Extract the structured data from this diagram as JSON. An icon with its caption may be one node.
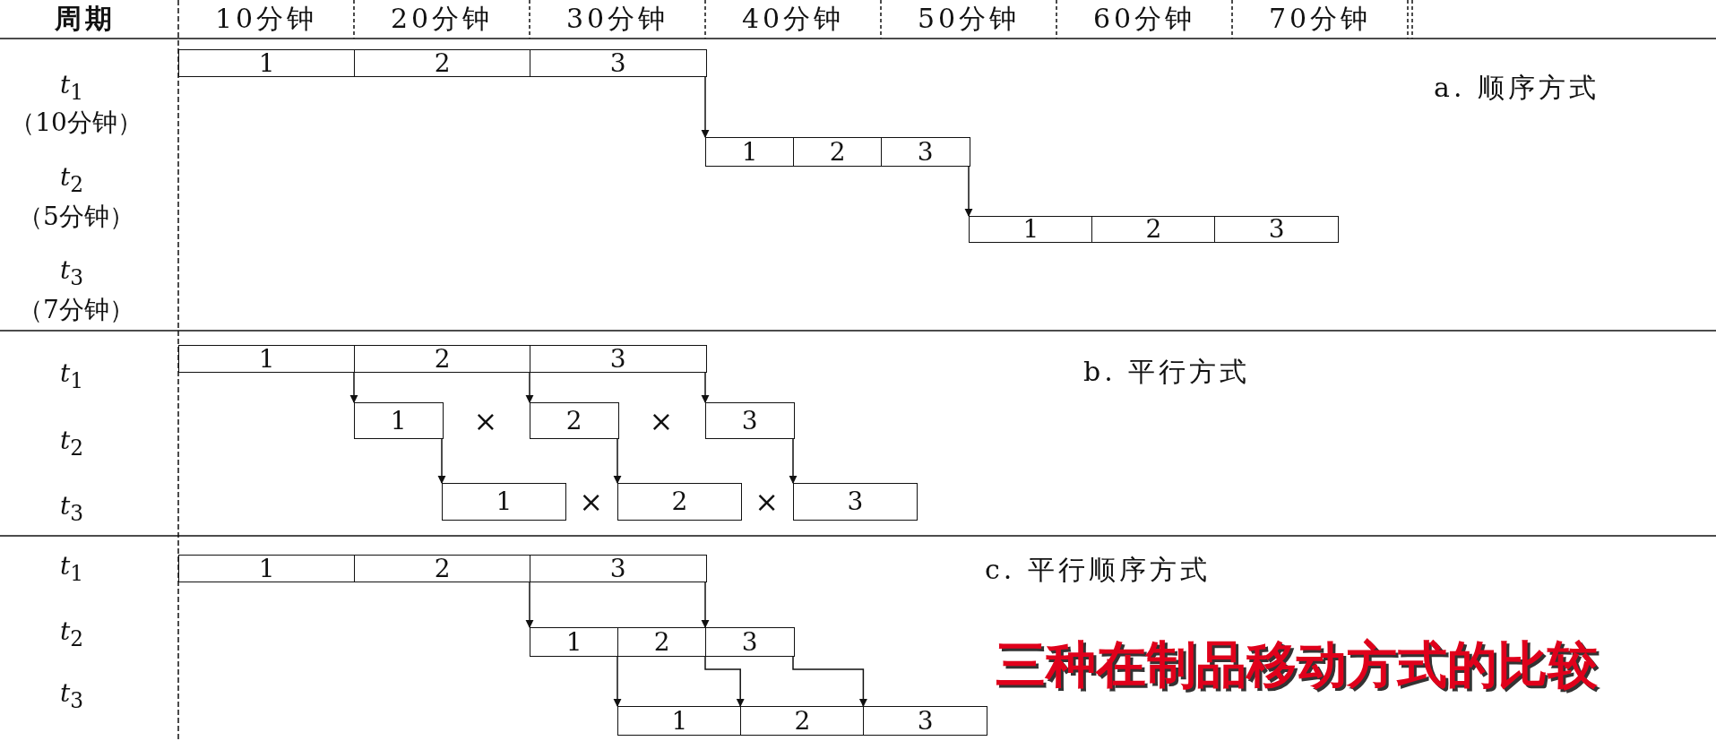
{
  "diagram": {
    "title": "三种在制品移动方式的比较",
    "nodes": [
      {
        "text": [
          "1"
        ]
      },
      {
        "text": [
          "2"
        ]
      },
      {
        "text": [
          "3"
        ]
      },
      {
        "text": [
          "1"
        ]
      },
      {
        "text": [
          "2"
        ]
      },
      {
        "text": [
          "3"
        ]
      },
      {
        "text": [
          "1"
        ]
      },
      {
        "text": [
          "2"
        ]
      },
      {
        "text": [
          "3"
        ]
      },
      {
        "text": [
          "1"
        ]
      },
      {
        "text": [
          "2"
        ]
      },
      {
        "text": [
          "3"
        ]
      },
      {
        "text": [
          "1"
        ]
      },
      {
        "text": [
          "2"
        ]
      },
      {
        "text": [
          "3"
        ]
      },
      {
        "text": [
          "1"
        ]
      },
      {
        "text": [
          "2"
        ]
      },
      {
        "text": [
          "3"
        ]
      },
      {
        "text": [
          "1"
        ]
      },
      {
        "text": [
          "2"
        ]
      },
      {
        "text": [
          "3"
        ]
      },
      {
        "text": [
          "1"
        ]
      },
      {
        "text": [
          "2"
        ]
      },
      {
        "text": [
          "3"
        ]
      },
      {
        "text": [
          "1"
        ]
      },
      {
        "text": [
          "2"
        ]
      },
      {
        "text": [
          "3"
        ]
      }
    ],
    "edges": [
      {
        "from": 2,
        "to": 3,
        "arrow": "to"
      },
      {
        "from": 5,
        "to": 6,
        "arrow": "to"
      },
      {
        "from": 9,
        "to": 12,
        "arrow": "to"
      },
      {
        "from": 10,
        "to": 13,
        "arrow": "to"
      },
      {
        "from": 11,
        "to": 14,
        "arrow": "to"
      },
      {
        "from": 12,
        "to": 15,
        "arrow": "to"
      },
      {
        "from": 13,
        "to": 16,
        "arrow": "to"
      },
      {
        "from": 14,
        "to": 17,
        "arrow": "to"
      },
      {
        "from": 19,
        "to": 21,
        "arrow": "to"
      },
      {
        "from": 20,
        "to": 23,
        "arrow": "to"
      },
      {
        "from": 21,
        "to": 24,
        "arrow": "to"
      },
      {
        "from": 22,
        "to": 25,
        "arrow": "to"
      },
      {
        "from": 23,
        "to": 26,
        "arrow": "to"
      }
    ],
    "labels": [
      "周期",
      "10分钟",
      "20分钟",
      "30分钟",
      "40分钟",
      "50分钟",
      "60分钟",
      "70分钟",
      "*t*$_{1}$",
      "（10分钟）",
      "a. 顺序方式",
      "*t*$_{2}$",
      "（5分钟）",
      "*t*$_{3}$",
      "（7分钟）",
      "*t*$_{1}$",
      "b. 平行方式",
      "*t*$_{2}$",
      "×",
      "×",
      "*t*$_{3}$",
      "×",
      "×",
      "*t*$_{1}$",
      "c. 平行顺序方式",
      "*t*$_{2}$",
      "*t*$_{3}$"
    ]
  }
}
